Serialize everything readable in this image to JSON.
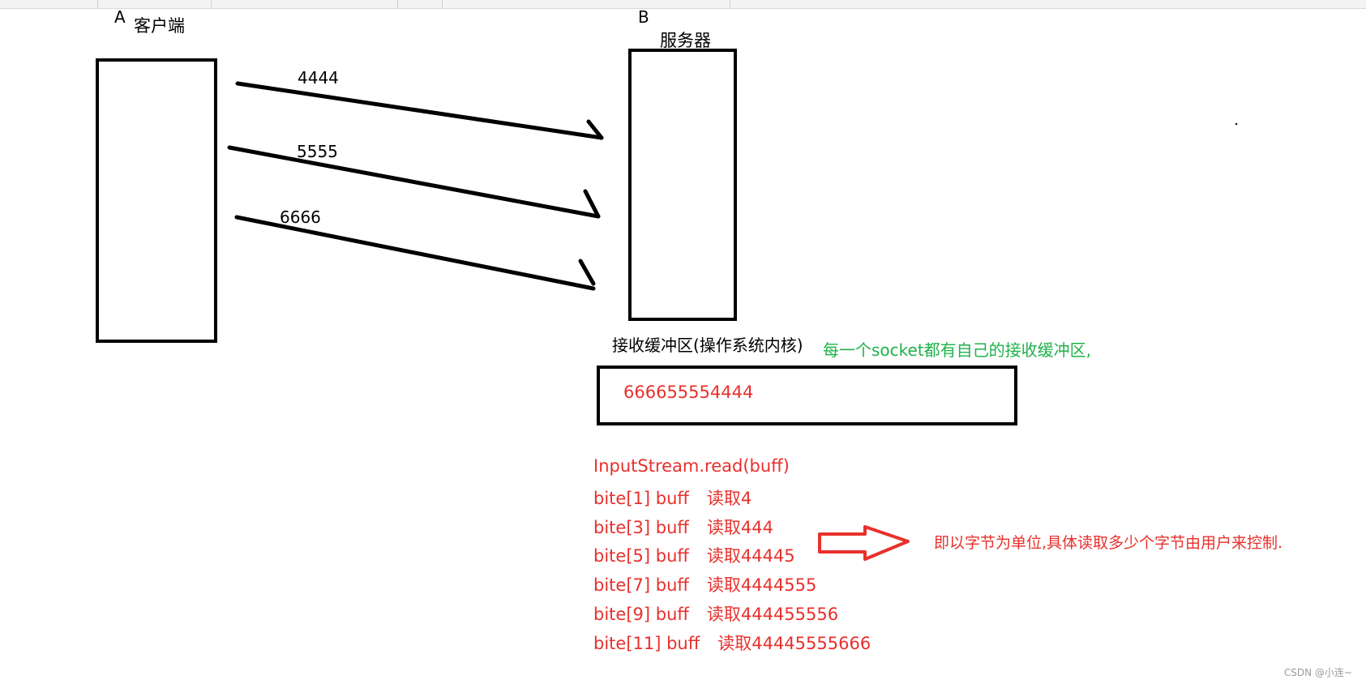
{
  "client": {
    "letter": "A",
    "label": "客户端"
  },
  "server": {
    "letter": "B",
    "label": "服务器"
  },
  "packets": [
    "4444",
    "5555",
    "6666"
  ],
  "buffer": {
    "title": "接收缓冲区(操作系统内核)",
    "note": "每一个socket都有自己的接收缓冲区,",
    "contents": "666655554444"
  },
  "reads": {
    "header": "InputStream.read(buff)",
    "lines": [
      {
        "call": "bite[1] buff",
        "result": "读取4"
      },
      {
        "call": "bite[3] buff",
        "result": "读取444"
      },
      {
        "call": "bite[5] buff",
        "result": "读取44445"
      },
      {
        "call": "bite[7] buff",
        "result": "读取4444555"
      },
      {
        "call": "bite[9] buff",
        "result": "读取444455556"
      },
      {
        "call": "bite[11] buff",
        "result": "读取44445555666"
      }
    ]
  },
  "conclusion": "即以字节为单位,具体读取多少个字节由用户来控制.",
  "watermark": "CSDN @小连~",
  "colors": {
    "red": "#e8302c",
    "green": "#1fb24a",
    "black": "#000000"
  }
}
